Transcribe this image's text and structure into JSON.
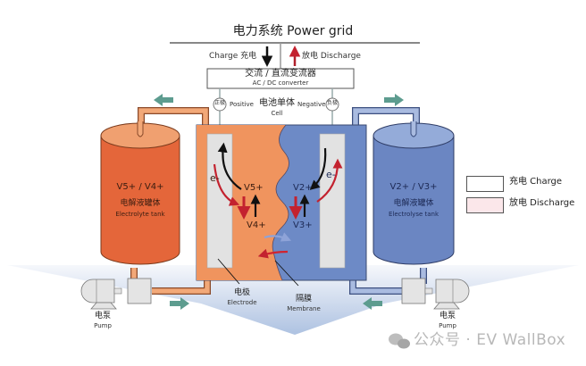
{
  "header": {
    "title": "电力系统 Power grid",
    "charge_label": "Charge 充电",
    "discharge_label": "放电 Discharge"
  },
  "converter": {
    "title_cn": "交流 / 直流变流器",
    "title_en": "AC / DC converter"
  },
  "cell": {
    "positive_cn": "正极",
    "positive_en": "Positive",
    "title_cn": "电池单体",
    "title_en": "Cell",
    "negative_en": "Negative",
    "negative_cn": "负极",
    "left_upper_ion": "V5+",
    "left_lower_ion": "V4+",
    "right_upper_ion": "V2+",
    "right_lower_ion": "V3+",
    "electron": "e-"
  },
  "left_tank": {
    "ions": "V5+ / V4+",
    "title_cn": "电解液罐体",
    "title_en": "Electrolyte tank"
  },
  "right_tank": {
    "ions": "V2+ / V3+",
    "title_cn": "电解液罐体",
    "title_en": "Electrolyse tank"
  },
  "labels": {
    "electrode_cn": "电极",
    "electrode_en": "Electrode",
    "membrane_cn": "隔膜",
    "membrane_en": "Membrane",
    "pump_cn": "电泵",
    "pump_en": "Pump"
  },
  "legend": {
    "charge": "充电 Charge",
    "discharge": "放电 Discharge"
  },
  "watermark": {
    "text": "公众号 · EV WallBox",
    "icon": "wechat-icon"
  },
  "colors": {
    "positive_fill": "#e97443",
    "positive_light": "#f4a679",
    "negative_fill": "#6d8ac6",
    "negative_light": "#a9bbe0",
    "flow_arrow": "#5d9c8f",
    "charge_arrow": "#111111",
    "discharge_arrow": "#c3222f",
    "electrode": "#e2e2e2"
  }
}
